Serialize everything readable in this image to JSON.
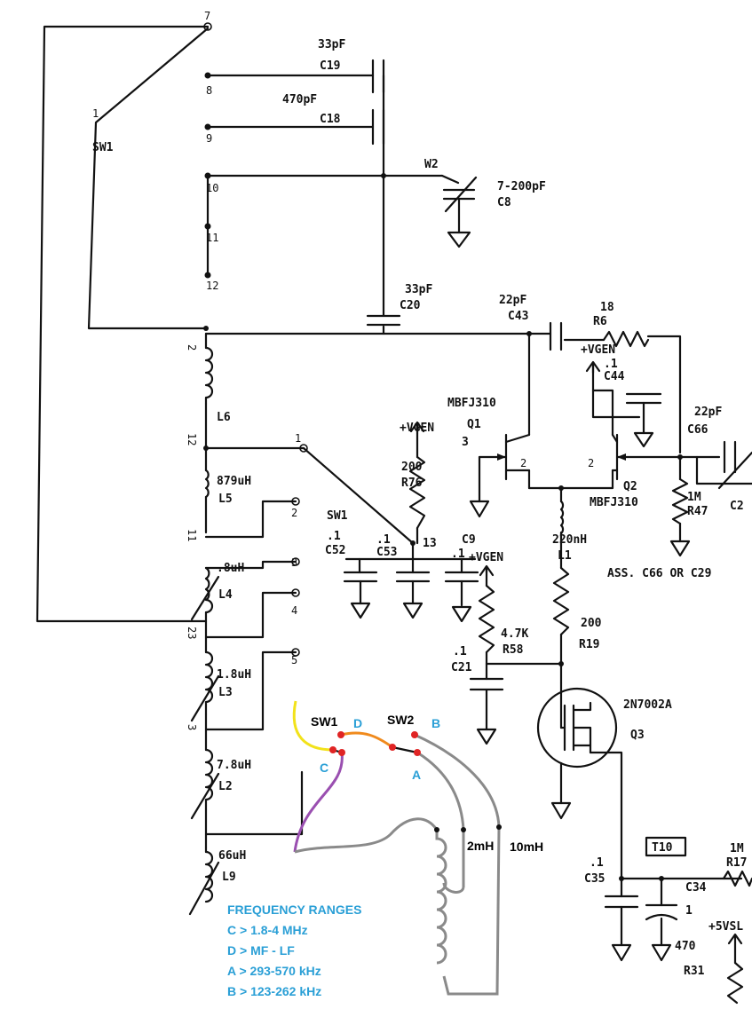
{
  "capacitors": {
    "c19": {
      "ref": "C19",
      "value": "33pF"
    },
    "c18": {
      "ref": "C18",
      "value": "470pF"
    },
    "c8": {
      "ref": "C8",
      "value": "7-200pF"
    },
    "c20": {
      "ref": "C20",
      "value": "33pF"
    },
    "c43": {
      "ref": "C43",
      "value": "22pF"
    },
    "c44": {
      "ref": "C44",
      "value": ".1"
    },
    "c66": {
      "ref": "C66",
      "value": "22pF"
    },
    "c52": {
      "ref": "C52",
      "value": ".1"
    },
    "c53": {
      "ref": "C53",
      "value": ".1"
    },
    "c9": {
      "ref": "C9",
      "value": ".1"
    },
    "c21": {
      "ref": "C21",
      "value": ".1"
    },
    "c35": {
      "ref": "C35",
      "value": ".1"
    },
    "c34": {
      "ref": "C34",
      "value": "1"
    }
  },
  "resistors": {
    "r6": {
      "ref": "R6",
      "value": "18"
    },
    "r76": {
      "ref": "R76",
      "value": "200"
    },
    "r47": {
      "ref": "R47",
      "value": "1M"
    },
    "r58": {
      "ref": "R58",
      "value": "4.7K"
    },
    "r19": {
      "ref": "R19",
      "value": "200"
    },
    "r31": {
      "ref": "R31",
      "value": "470"
    },
    "r17": {
      "ref": "R17",
      "value": "1M"
    }
  },
  "inductors": {
    "l6": {
      "ref": "L6"
    },
    "l5": {
      "ref": "L5",
      "value": "879uH"
    },
    "l4": {
      "ref": "L4",
      "value": ".8uH"
    },
    "l3": {
      "ref": "L3",
      "value": "1.8uH"
    },
    "l2": {
      "ref": "L2",
      "value": "7.8uH"
    },
    "l9": {
      "ref": "L9",
      "value": "66uH"
    },
    "l1": {
      "ref": "L1",
      "value": "220nH"
    }
  },
  "transistors": {
    "q1": {
      "ref": "Q1",
      "part": "MBFJ310",
      "pin": "3"
    },
    "q2": {
      "ref": "Q2",
      "part": "MBFJ310"
    },
    "q3": {
      "ref": "Q3",
      "part": "2N7002A"
    }
  },
  "misc": {
    "sw1": "SW1",
    "w2": "W2",
    "vgen": "+VGEN",
    "vsl": "+5VSL",
    "t10": "T10",
    "assembly_note": "ASS. C66 OR C29",
    "c29_partial": "C2"
  },
  "pins": {
    "top": [
      "7",
      "8",
      "9",
      "10",
      "11",
      "12"
    ],
    "sw_common": "1",
    "sw1_pos": [
      "1",
      "2",
      "3",
      "4",
      "5"
    ],
    "tap": [
      "2",
      "12",
      "11",
      "23",
      "3"
    ],
    "sw13": "13",
    "q_pin": "2"
  },
  "mod": {
    "sw1": "SW1",
    "sw2": "SW2",
    "pos_a": "A",
    "pos_b": "B",
    "pos_c": "C",
    "pos_d": "D",
    "coil_2mh": "2mH",
    "coil_10mh": "10mH",
    "wire_colors": {
      "yellow": "#f2e21a",
      "orange": "#f08a1c",
      "purple": "#9a4fb0",
      "gray": "#8a8a8a",
      "red": "#e02424"
    }
  },
  "legend": {
    "title": "FREQUENCY RANGES",
    "lines": [
      "C > 1.8-4 MHz",
      "D > MF - LF",
      "A > 293-570 kHz",
      "B > 123-262 kHz"
    ],
    "color": "#2a9fd6"
  }
}
